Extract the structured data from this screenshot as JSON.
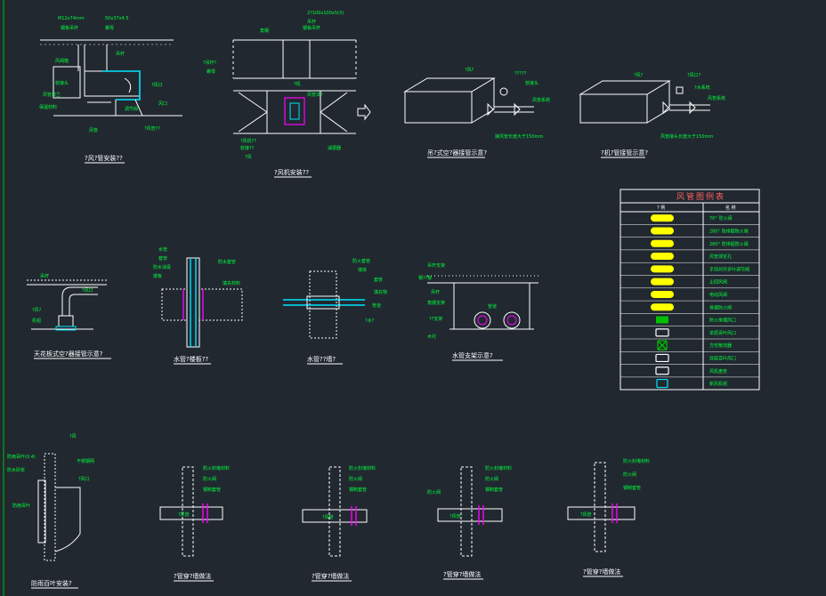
{
  "drawings": [
    {
      "title": "?风?管安装??",
      "labels": [
        "M12x74mm",
        "50x37x4.5",
        "钢板吊杆",
        "螺母",
        "吊杆",
        "风阀箱",
        "?风口",
        "软接头",
        "风口",
        "风管法兰",
        "保温材料",
        "调节阀",
        "风管",
        "?风管??"
      ]
    },
    {
      "title": "?风机安装??",
      "labels": [
        "2?100x100x5(X)",
        "角钢",
        "吊杆",
        "钢板吊杆",
        "?吊杆?",
        "螺母",
        "?机",
        "?风机??",
        "软接??",
        "减振器",
        "?风",
        "风管法?"
      ]
    },
    {
      "title": "吊?式空?器接管示意?",
      "labels": [
        "?风?",
        "?????",
        "软接头",
        "风管系统",
        "接风管长度大于150mm"
      ]
    },
    {
      "title": "?机?管接管示意?",
      "labels": [
        "?风?",
        "?风口?",
        "?水系统",
        "风管系统",
        "风管接头长度大于150mm"
      ]
    },
    {
      "title": "天花板式空?器接管示意?",
      "labels": [
        "吊杆",
        "?风口",
        "?风?",
        "机组"
      ]
    },
    {
      "title": "水管?楼板??",
      "labels": [
        "水管",
        "套管",
        "防水油膏",
        "楼板",
        "防水套管",
        "填充材料"
      ]
    },
    {
      "title": "水管??墙?",
      "labels": [
        "防火套管",
        "墙体",
        "套管",
        "填充物",
        "管道",
        "?水?"
      ]
    },
    {
      "title": "水管支架示意?",
      "labels": [
        "吊杆支架",
        "钢??板",
        "吊杆",
        "角钢支架",
        "??支架",
        "管道",
        "木托"
      ]
    },
    {
      "title": "防雨百叶安装?",
      "labels": [
        "?风",
        "防雨百叶(0.4)",
        "防水砂浆",
        "不锈钢网",
        "?风口",
        "防雨百叶"
      ]
    },
    {
      "title": "?管穿?墙做法",
      "labels": [
        "防火封堵材料",
        "防火阀",
        "钢制套管",
        "?风管"
      ]
    },
    {
      "title": "?管穿?墙做法",
      "labels": [
        "防火封堵材料",
        "防火阀",
        "钢制套管",
        "?风管"
      ]
    },
    {
      "title": "?管穿?墙做法",
      "labels": [
        "防火封堵材料",
        "防火阀",
        "钢制套管",
        "?风管",
        "防火阀"
      ]
    },
    {
      "title": "?管穿?墙做法",
      "labels": [
        "防火封堵材料",
        "防火阀",
        "钢制套管",
        "?风管"
      ]
    }
  ],
  "legend": {
    "title": "风管图例表",
    "col_symbol": "? 例",
    "col_name": "名 称",
    "rows": [
      {
        "name": "70° 防火阀",
        "symbol": "yellow-bar-icon"
      },
      {
        "name": "280° 防排烟防火阀",
        "symbol": "yellow-bar-icon"
      },
      {
        "name": "280° 防排烟防火阀",
        "symbol": "yellow-bar-icon"
      },
      {
        "name": "风管测定孔",
        "symbol": "yellow-bar-icon"
      },
      {
        "name": "手动对开多叶调节阀",
        "symbol": "yellow-bar-icon"
      },
      {
        "name": "止回风阀",
        "symbol": "yellow-bar-icon"
      },
      {
        "name": "电动风阀",
        "symbol": "yellow-bar-icon"
      },
      {
        "name": "排烟防火阀",
        "symbol": "yellow-bar-icon"
      },
      {
        "name": "防火排烟风口",
        "symbol": "green-grille-icon"
      },
      {
        "name": "单层百叶风口",
        "symbol": "white-grille-icon"
      },
      {
        "name": "方形散流器",
        "symbol": "green-diffuser-icon"
      },
      {
        "name": "双层百叶风口",
        "symbol": "white-grid-icon"
      },
      {
        "name": "风机盘管",
        "symbol": "white-box-icon"
      },
      {
        "name": "新风机组",
        "symbol": "cyan-box-icon"
      }
    ]
  },
  "colors": {
    "background": "#212830",
    "label": "#00ff3c",
    "line": "#ffffff",
    "accent": "#ff00ff",
    "legend_fill": "#ffff00",
    "legend_title": "#ff6060",
    "cyan": "#00e5ff"
  }
}
